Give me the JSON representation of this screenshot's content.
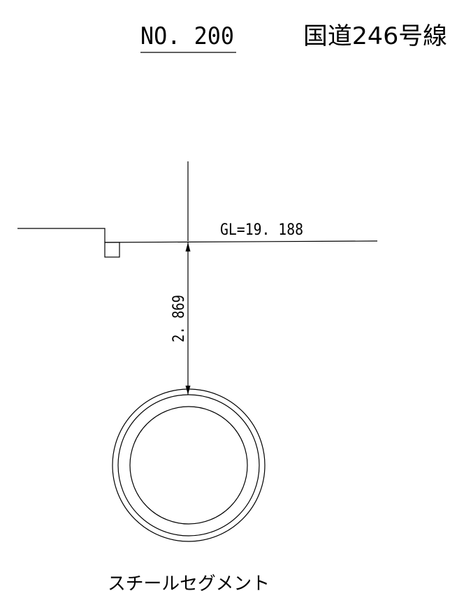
{
  "header": {
    "number": "NO. 200",
    "route": "国道246号線"
  },
  "section": {
    "ground_level_label": "GL=19. 188",
    "depth_label": "2. 869",
    "pipe_label": "スチールセグメント"
  }
}
